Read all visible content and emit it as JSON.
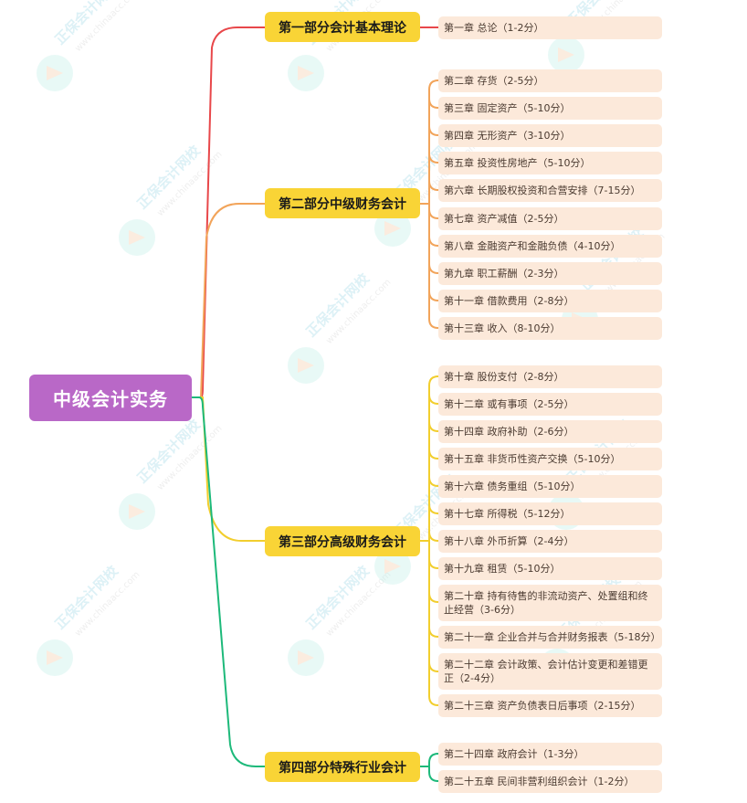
{
  "root": {
    "label": "中级会计实务",
    "color": "#B968C7"
  },
  "watermark": {
    "brand": "正保会计网校",
    "url": "www.chinaacc.com"
  },
  "colors": {
    "part_fill": "#F9D436",
    "chapter_fill": "#FCE9DA",
    "line_part1": "#E8474A",
    "line_part2": "#F2A45A",
    "line_part3": "#F2CE2E",
    "line_part4": "#1DB97A"
  },
  "parts": [
    {
      "label": "第一部分会计基本理论",
      "chapters": [
        {
          "label": "第一章 总论（1-2分）"
        }
      ]
    },
    {
      "label": "第二部分中级财务会计",
      "chapters": [
        {
          "label": "第二章 存货（2-5分）"
        },
        {
          "label": "第三章 固定资产（5-10分）"
        },
        {
          "label": "第四章 无形资产（3-10分）"
        },
        {
          "label": "第五章 投资性房地产（5-10分）"
        },
        {
          "label": "第六章 长期股权投资和合营安排（7-15分）"
        },
        {
          "label": "第七章 资产减值（2-5分）"
        },
        {
          "label": "第八章 金融资产和金融负债（4-10分）"
        },
        {
          "label": "第九章 职工薪酬（2-3分）"
        },
        {
          "label": "第十一章 借款费用（2-8分）"
        },
        {
          "label": "第十三章 收入（8-10分）"
        }
      ]
    },
    {
      "label": "第三部分高级财务会计",
      "chapters": [
        {
          "label": "第十章 股份支付（2-8分）"
        },
        {
          "label": "第十二章 或有事项（2-5分）"
        },
        {
          "label": "第十四章 政府补助（2-6分）"
        },
        {
          "label": "第十五章 非货币性资产交换（5-10分）"
        },
        {
          "label": "第十六章 债务重组（5-10分）"
        },
        {
          "label": "第十七章 所得税（5-12分）"
        },
        {
          "label": "第十八章 外币折算（2-4分）"
        },
        {
          "label": "第十九章 租赁（5-10分）"
        },
        {
          "label": "第二十章 持有待售的非流动资产、处置组和终止经营（3-6分）"
        },
        {
          "label": "第二十一章 企业合并与合并财务报表（5-18分）"
        },
        {
          "label": "第二十二章 会计政策、会计估计变更和差错更正（2-4分）"
        },
        {
          "label": "第二十三章 资产负债表日后事项（2-15分）"
        }
      ]
    },
    {
      "label": "第四部分特殊行业会计",
      "chapters": [
        {
          "label": "第二十四章 政府会计（1-3分）"
        },
        {
          "label": "第二十五章 民间非营利组织会计（1-2分）"
        }
      ]
    }
  ]
}
